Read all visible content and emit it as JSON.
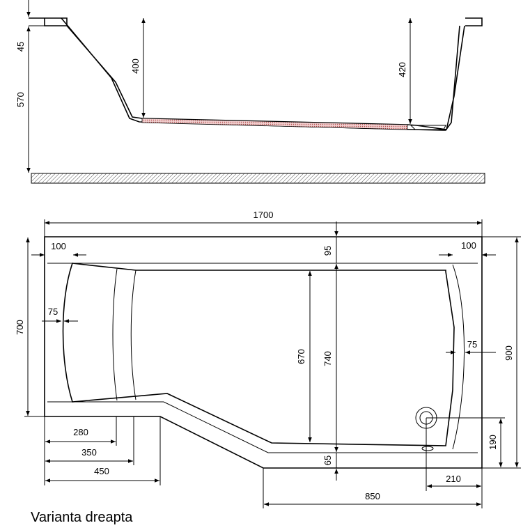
{
  "caption": "Varianta dreapta",
  "side_view": {
    "dims": {
      "rim": "45",
      "height_to_floor": "570",
      "depth_left": "400",
      "depth_right": "420"
    }
  },
  "top_view": {
    "dims": {
      "length": "1700",
      "width_head": "700",
      "width_total": "900",
      "rim_left": "100",
      "rim_right": "100",
      "top_rim": "95",
      "inner_left": "75",
      "inner_right": "75",
      "inner_width": "670",
      "outer_width": "740",
      "bottom_rim": "65",
      "drain_offset": "190",
      "drain_x": "210",
      "step_280": "280",
      "step_350": "350",
      "step_450": "450",
      "base_850": "850"
    }
  },
  "colors": {
    "line": "#000000",
    "floor_hatch": "#cc6666",
    "ground": "#b0b0b0"
  }
}
